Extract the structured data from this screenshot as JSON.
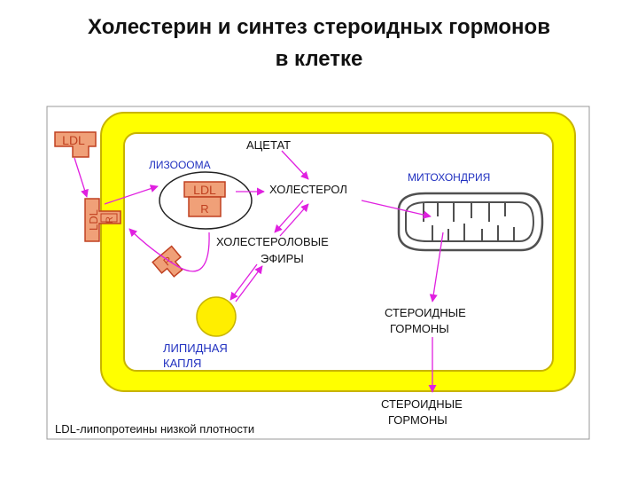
{
  "title": {
    "line1": "Холестерин и синтез стероидных гормонов",
    "line2": "в клетке"
  },
  "labels": {
    "ldl": "LDL",
    "r": "R",
    "acetate": "АЦЕТАТ",
    "lysosome": "ЛИЗОООМА",
    "cholesterol": "ХОЛЕСТЕРОЛ",
    "mitochondria": "МИТОХОНДРИЯ",
    "cholesterol_esters_1": "ХОЛЕСТЕРОЛОВЫЕ",
    "cholesterol_esters_2": "ЭФИРЫ",
    "steroid_hormones_inner_1": "СТЕРОИДНЫЕ",
    "steroid_hormones_inner_2": "ГОРМОНЫ",
    "lipid_droplet_1": "ЛИПИДНАЯ",
    "lipid_droplet_2": "КАПЛЯ",
    "steroid_hormones_outer_1": "СТЕРОИДНЫЕ",
    "steroid_hormones_outer_2": "ГОРМОНЫ",
    "footnote": "LDL-липопротеины низкой плотности"
  },
  "colors": {
    "membrane": "#ffff00",
    "membrane_stroke": "#c8b400",
    "receptor_fill": "#f0a078",
    "receptor_stroke": "#c04020",
    "arrow": "#e020e0",
    "blue_label": "#2030c0",
    "lipid_droplet": "#ffee00",
    "mito_stroke": "#505050"
  }
}
